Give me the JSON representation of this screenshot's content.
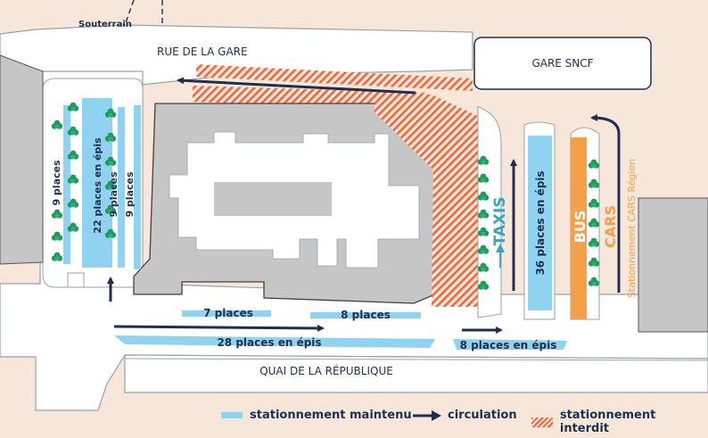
{
  "labels": {
    "souterrain": "Souterrain",
    "rue_de_la_gare": "RUE DE LA GARE",
    "gare_sncf": "GARE SNCF",
    "quai": "QUAI DE LA RÉPUBLIQUE",
    "taxis": "TAXIS",
    "bus": "BUS",
    "cars": "CARS",
    "stationnement_cars": "Stationnement CARS Région"
  },
  "parking": {
    "left_9_a": "9 places",
    "left_22": "22 places en épis",
    "left_9_b": "9 places",
    "left_9_c": "9 places",
    "bottom_7": "7 places",
    "bottom_8": "8 places",
    "bottom_28": "28 places en épis",
    "right_8_epis": "8 places en épis",
    "right_36": "36 places en épis"
  },
  "legend": {
    "maintenu": "stationnement maintenu",
    "circulation": "circulation",
    "interdit": "stationnement interdit"
  },
  "colors": {
    "background": "#f7e7da",
    "road": "#ffffff",
    "building": "#c6c6c6",
    "parking_blue": "#8fd3f0",
    "arrow_navy": "#1e2f4e",
    "hatch_orange": "#f0673c",
    "taxi_teal": "#3aa6b8",
    "bus_orange": "#f4a04a",
    "tree_green": "#1f9a5c"
  }
}
